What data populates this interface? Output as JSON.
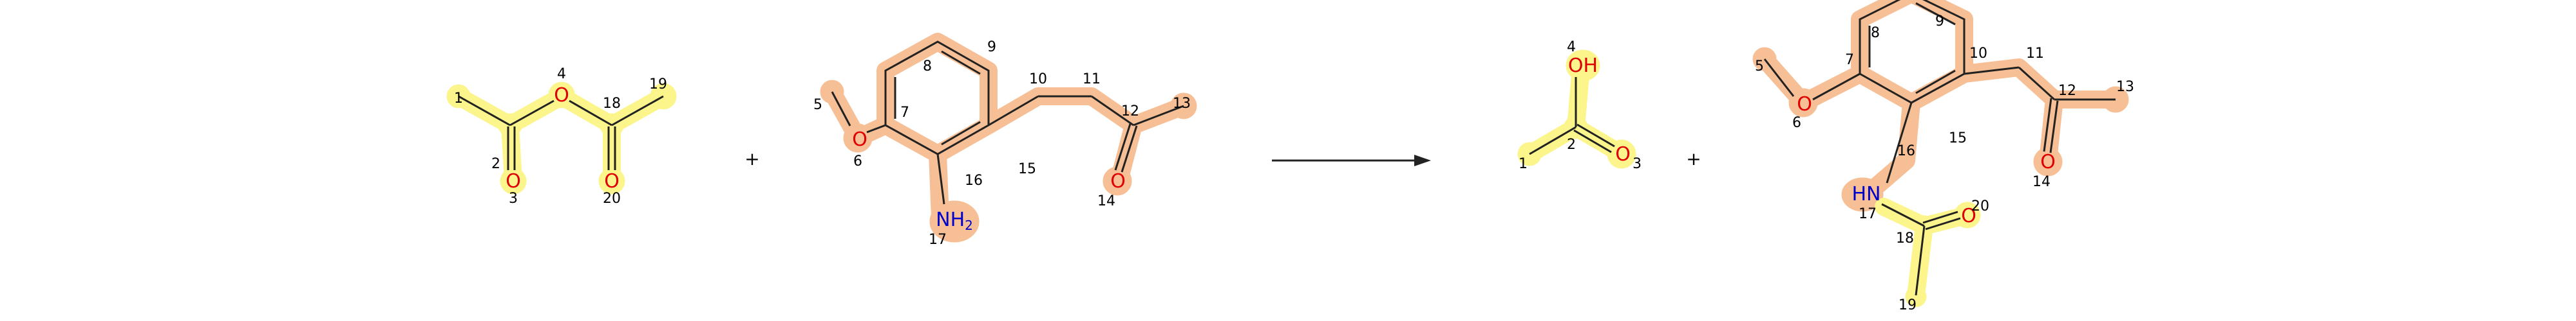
{
  "colors": {
    "background": "#ffffff",
    "bond": "#222222",
    "oxygen": "#e00000",
    "nitrogen": "#0000cc",
    "highlight_reagent": "#fbf58c",
    "highlight_core": "#f7bf95"
  },
  "reaction": {
    "plus_1": "+",
    "plus_2": "+",
    "arrow": "reaction-arrow"
  },
  "molecules": {
    "anhydride": {
      "atom_numbers": [
        "1",
        "2",
        "3",
        "4",
        "18",
        "19",
        "20"
      ],
      "hetero": {
        "o_bridge": "O",
        "o_carbonyl_a": "O",
        "o_carbonyl_b": "O"
      }
    },
    "amine": {
      "atom_numbers": [
        "5",
        "6",
        "7",
        "8",
        "9",
        "10",
        "11",
        "12",
        "13",
        "14",
        "15",
        "16",
        "17"
      ],
      "hetero": {
        "o_methoxy": "O",
        "o_ketone": "O",
        "nh2": "NH2"
      }
    },
    "acetic_acid": {
      "atom_numbers": [
        "1",
        "2",
        "3",
        "4"
      ],
      "hetero": {
        "oh": "OH",
        "o_carbonyl": "O"
      }
    },
    "amide": {
      "atom_numbers": [
        "5",
        "6",
        "7",
        "8",
        "9",
        "10",
        "11",
        "12",
        "13",
        "14",
        "15",
        "16",
        "17",
        "18",
        "19",
        "20"
      ],
      "hetero": {
        "o_methoxy": "O",
        "o_ketone": "O",
        "hn": "HN",
        "o_amide": "O"
      }
    }
  }
}
